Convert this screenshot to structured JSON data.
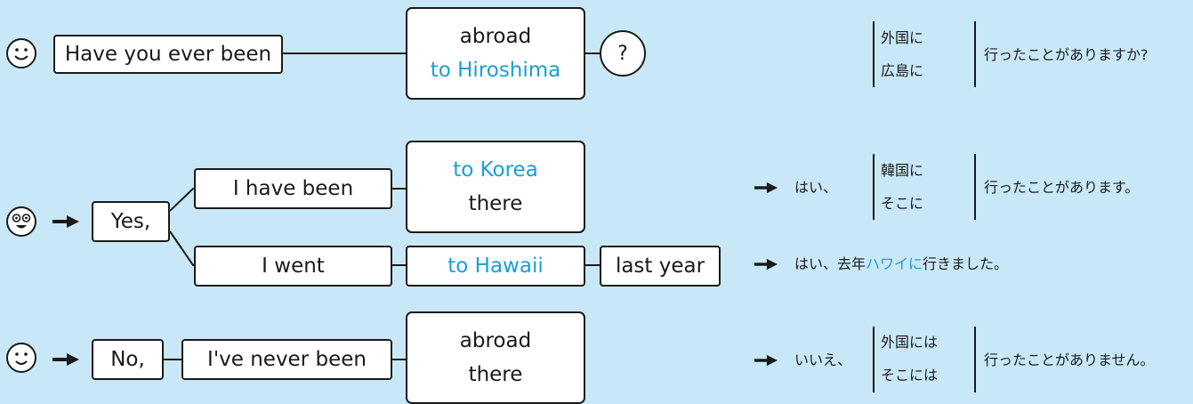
{
  "colors": {
    "background": "#c9e8f7",
    "accent": "#1a9fd3",
    "line": "#1a1a1a"
  },
  "row1": {
    "face_icon": "smile-face-icon",
    "subject": "Have you ever been",
    "place_1": "abroad",
    "place_2": "to Hiroshima",
    "question_mark": "?",
    "jp_option_1": "外国に",
    "jp_option_2": "広島に",
    "jp_tail": "行ったことがありますか?"
  },
  "row2": {
    "face_icon": "excited-face-icon",
    "answer": "Yes,",
    "branch_a": {
      "verb": "I have been",
      "place_1": "to Korea",
      "place_2": "there",
      "jp_lead": "はい、",
      "jp_option_1": "韓国に",
      "jp_option_2": "そこに",
      "jp_tail": "行ったことがあります。"
    },
    "branch_b": {
      "verb": "I went",
      "place": "to Hawaii",
      "time": "last year",
      "jp_lead": "はい、去年",
      "jp_place": "ハワイに",
      "jp_tail": "行きました。"
    }
  },
  "row3": {
    "face_icon": "neutral-face-icon",
    "answer": "No,",
    "verb": "I've never been",
    "place_1": "abroad",
    "place_2": "there",
    "jp_lead": "いいえ、",
    "jp_option_1": "外国には",
    "jp_option_2": "そこには",
    "jp_tail": "行ったことがありません。"
  }
}
